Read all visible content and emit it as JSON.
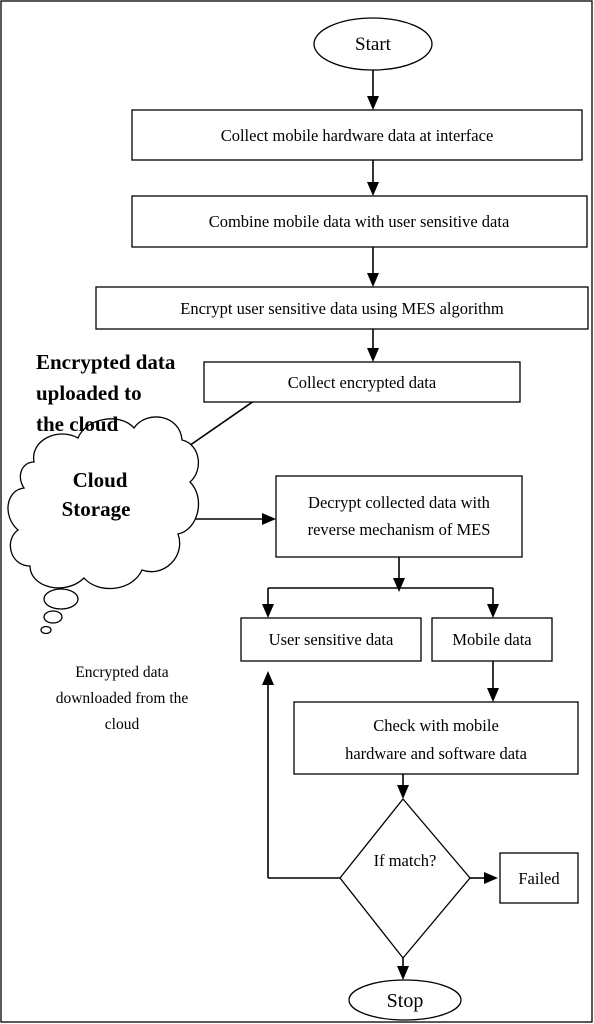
{
  "nodes": {
    "start": "Start",
    "collect_hw": "Collect mobile hardware data at interface",
    "combine": "Combine mobile data with user sensitive data",
    "encrypt": "Encrypt user sensitive data using MES algorithm",
    "collect_enc": "Collect encrypted data",
    "cloud_line1": "Cloud",
    "cloud_line2": "Storage",
    "decrypt_line1": "Decrypt collected data with",
    "decrypt_line2": "reverse mechanism of MES",
    "user_sensitive": "User sensitive data",
    "mobile_data": "Mobile data",
    "check_line1": "Check with mobile",
    "check_line2": "hardware and software data",
    "if_match": "If match?",
    "failed": "Failed",
    "stop": "Stop"
  },
  "annotations": {
    "uploaded_line1": "Encrypted data",
    "uploaded_line2": "uploaded to",
    "uploaded_line3": "the cloud",
    "downloaded_line1": "Encrypted data",
    "downloaded_line2": "downloaded from the",
    "downloaded_line3": "cloud"
  }
}
